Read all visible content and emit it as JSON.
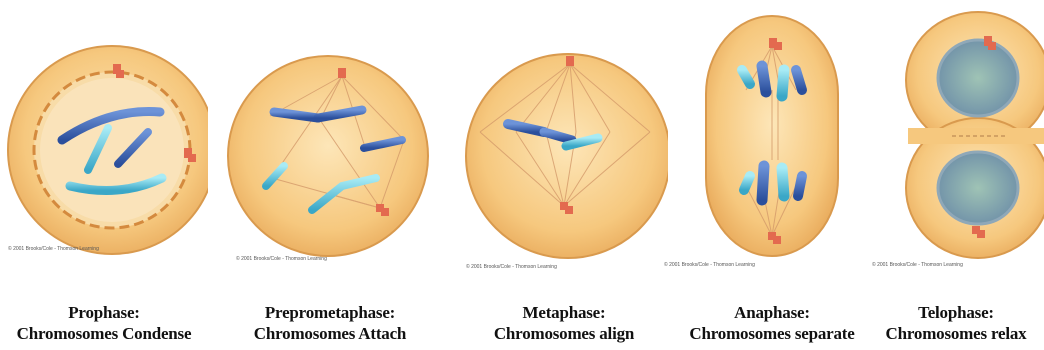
{
  "stages": [
    {
      "phase": "Prophase:",
      "description": "Chromosomes Condense",
      "credit": "© 2001 Brooks/Cole - Thomson Learning"
    },
    {
      "phase": "Preprometaphase:",
      "description": "Chromosomes Attach",
      "credit": "© 2001 Brooks/Cole - Thomson Learning"
    },
    {
      "phase": "Metaphase:",
      "description": "Chromosomes align",
      "credit": "© 2001 Brooks/Cole - Thomson Learning"
    },
    {
      "phase": "Anaphase:",
      "description": "Chromosomes separate",
      "credit": "© 2001 Brooks/Cole - Thomson Learning"
    },
    {
      "phase": "Telophase:",
      "description": "Chromosomes relax",
      "credit": "© 2001 Brooks/Cole - Thomson Learning"
    }
  ],
  "colors": {
    "cytoplasm": "#f6c87e",
    "cell_edge": "#e0a04c",
    "chromosome_dark": "#3a63b5",
    "chromosome_light": "#5fc4dc",
    "centrosome": "#e36a4f",
    "spindle": "#d9a06a"
  }
}
